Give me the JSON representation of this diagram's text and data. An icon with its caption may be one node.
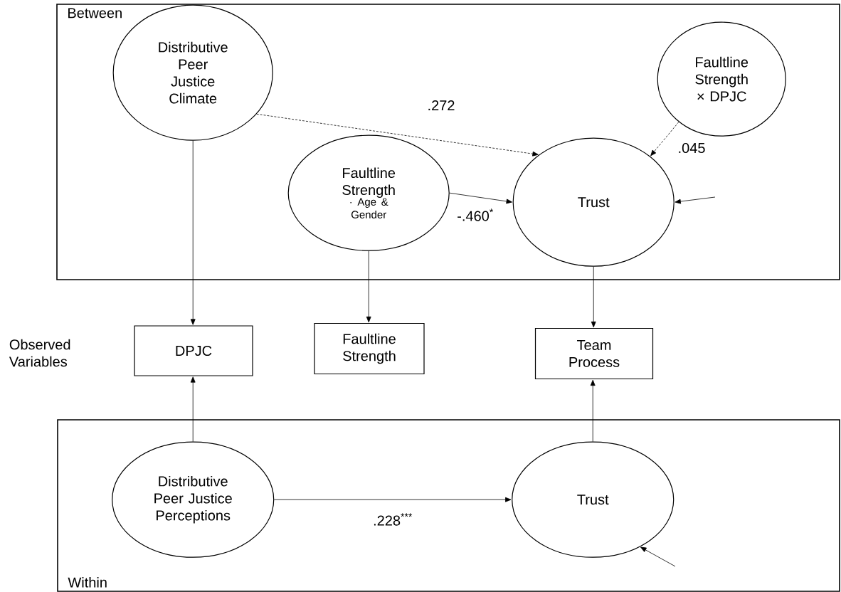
{
  "diagram": {
    "nodes": [
      {
        "text": [
          "Between"
        ]
      },
      {
        "text": [
          "Distributive Peer Justice Climate"
        ],
        "in": 0
      },
      {
        "text": [
          "Faultline Strength × DPJC"
        ],
        "in": 0
      },
      {
        "text": [
          "Faultline Strength",
          "· Age & Gender"
        ],
        "in": 0
      },
      {
        "text": [
          "Trust"
        ],
        "in": 0
      },
      {
        "text": [
          "DPJC"
        ]
      },
      {
        "text": [
          "Faultline Strength"
        ]
      },
      {
        "text": [
          "Team Process"
        ]
      },
      {
        "text": [
          "Within"
        ]
      },
      {
        "text": [
          "Distributive Peer Justice Perceptions"
        ],
        "in": 8
      },
      {
        "text": [
          "Trust"
        ],
        "in": 8
      }
    ],
    "edges": [
      {
        "from": 1,
        "to": 4,
        "arrow": "to",
        "style": "dashed",
        "label": ".272"
      },
      {
        "from": 2,
        "to": 4,
        "arrow": "to",
        "style": "dashed",
        "label": ".045"
      },
      {
        "from": 3,
        "to": 4,
        "arrow": "to",
        "label": "-.460$^{*}$"
      },
      {
        "from": null,
        "to": 4,
        "arrow": "to"
      },
      {
        "from": 1,
        "to": 5,
        "arrow": "to"
      },
      {
        "from": 3,
        "to": 6,
        "arrow": "to"
      },
      {
        "from": 4,
        "to": 7,
        "arrow": "to"
      },
      {
        "from": 9,
        "to": 5,
        "arrow": "to"
      },
      {
        "from": 10,
        "to": 7,
        "arrow": "to"
      },
      {
        "from": 9,
        "to": 10,
        "arrow": "to",
        "label": ".228$^{***}$"
      },
      {
        "from": null,
        "to": 10,
        "arrow": "to"
      }
    ],
    "labels": [
      "Observed Variables"
    ]
  }
}
